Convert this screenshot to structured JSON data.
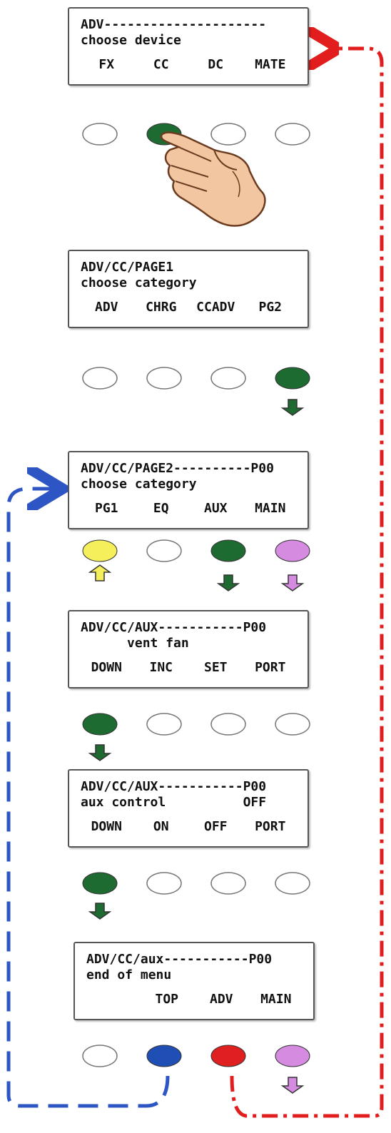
{
  "screens": [
    {
      "line1": "ADV---------------------",
      "line2": "choose device",
      "keys": [
        "FX",
        "CC",
        "DC",
        "MATE"
      ]
    },
    {
      "line1": "ADV/CC/PAGE1",
      "line2": "choose category",
      "keys": [
        "ADV",
        "CHRG",
        "CCADV",
        "PG2"
      ]
    },
    {
      "line1": "ADV/CC/PAGE2----------P00",
      "line2": "choose category",
      "keys": [
        "PG1",
        "EQ",
        "AUX",
        "MAIN"
      ]
    },
    {
      "line1": "ADV/CC/AUX-----------P00",
      "line2": "      vent fan",
      "keys": [
        "DOWN",
        "INC",
        "SET",
        "PORT"
      ]
    },
    {
      "line1": "ADV/CC/AUX-----------P00",
      "line2": "aux control          OFF",
      "keys": [
        "DOWN",
        "ON",
        "OFF",
        "PORT"
      ]
    },
    {
      "line1": "ADV/CC/aux-----------P00",
      "line2": "end of menu",
      "keys": [
        "",
        "TOP",
        "ADV",
        "MAIN"
      ]
    }
  ],
  "button_rows": [
    [
      "white",
      "green",
      "white",
      "white"
    ],
    [
      "white",
      "white",
      "white",
      "green"
    ],
    [
      "yellow",
      "white",
      "green",
      "violet"
    ],
    [
      "green",
      "white",
      "white",
      "white"
    ],
    [
      "green",
      "white",
      "white",
      "white"
    ],
    [
      "white",
      "blue",
      "red",
      "violet"
    ]
  ],
  "colors": {
    "white": "#ffffff",
    "green": "#1e6b32",
    "yellow": "#f4ef5a",
    "violet": "#d58be0",
    "blue": "#1f4fb4",
    "red": "#e02020",
    "dashed_blue": "#2d56c4",
    "dashdot_red": "#e21d1d"
  },
  "icons": [
    "pointing-hand-icon",
    "arrow-down-icon",
    "arrow-up-icon"
  ]
}
